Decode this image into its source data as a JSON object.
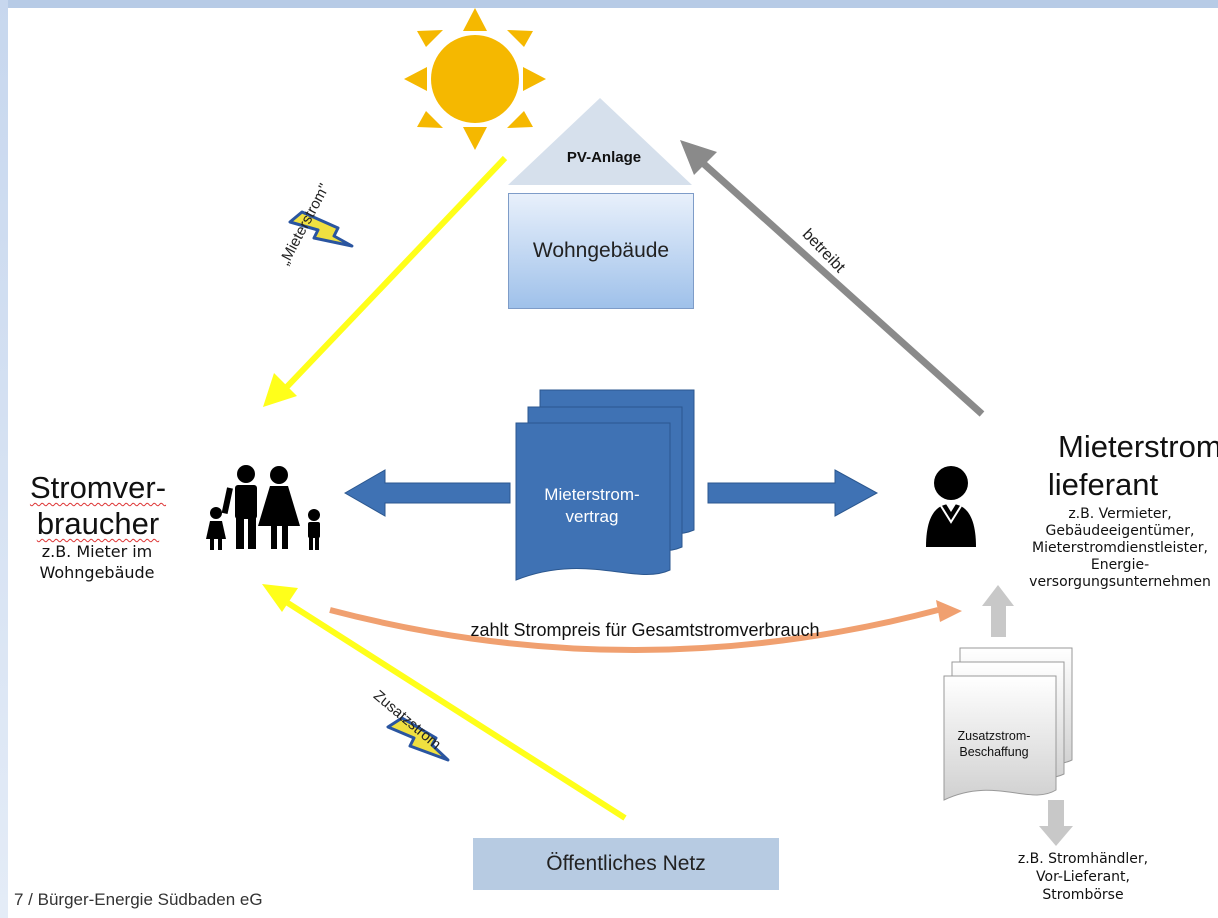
{
  "pv": {
    "label": "PV-Anlage"
  },
  "house": {
    "label": "Wohngebäude"
  },
  "consumer": {
    "title_lines": [
      "Stromver-",
      "braucher"
    ],
    "sub_lines": [
      "z.B. Mieter im",
      "Wohngebäude"
    ]
  },
  "supplier": {
    "title_lines": [
      "Mieterstrom-",
      "lieferant"
    ],
    "sub_lines": [
      "z.B. Vermieter,",
      "Gebäudeeigentümer,",
      "Mieterstromdienstleister,",
      "Energie-",
      "versorgungsunternehmen"
    ]
  },
  "contract": {
    "label_lines": [
      "Mieterstrom-",
      "vertrag"
    ]
  },
  "flows": {
    "mieterstrom": "„Mieterstrom\"",
    "betreibt": "betreibt",
    "zusatzstrom": "Zusatzstrom",
    "payment": "zahlt Strompreis für Gesamtstromverbrauch"
  },
  "beschaffung": {
    "label_lines": [
      "Zusatzstrom-",
      "Beschaffung"
    ]
  },
  "sources": {
    "lines": [
      "z.B. Stromhändler,",
      "Vor-Lieferant,",
      "Strombörse"
    ]
  },
  "grid": {
    "label": "Öffentliches Netz"
  },
  "footer": {
    "text": "7  / Bürger-Energie Südbaden eG"
  },
  "colors": {
    "sun": "#f5b800",
    "yellow_arrow": "#ffff1a",
    "grey_arrow": "#8a8a8a",
    "blue": "#3f72b4",
    "orange": "#f0a070",
    "house_roof": "#d6e0ec",
    "netz": "#b7cbe2"
  }
}
